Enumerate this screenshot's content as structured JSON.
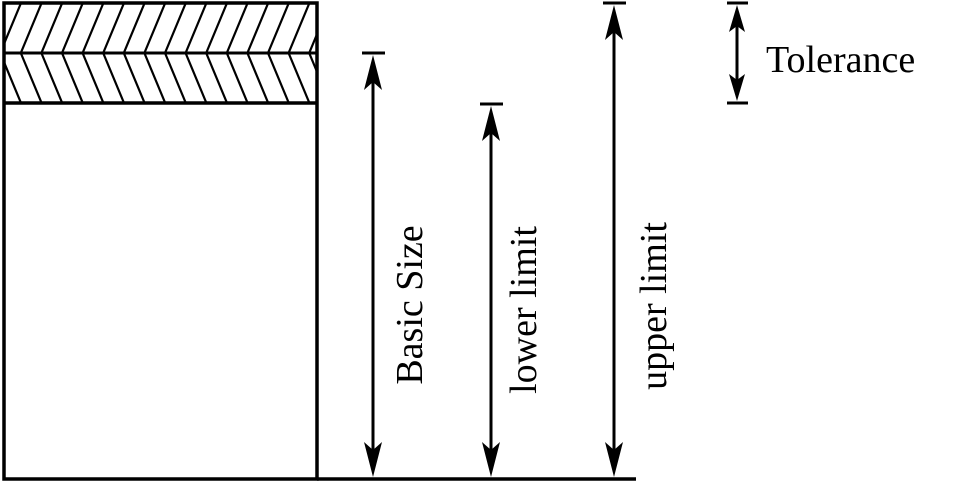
{
  "diagram": {
    "labels": {
      "basic_size": "Basic Size",
      "lower_limit": "lower limit",
      "upper_limit": "upper limit",
      "tolerance": "Tolerance"
    },
    "colors": {
      "stroke": "#000000",
      "background": "#ffffff"
    }
  }
}
